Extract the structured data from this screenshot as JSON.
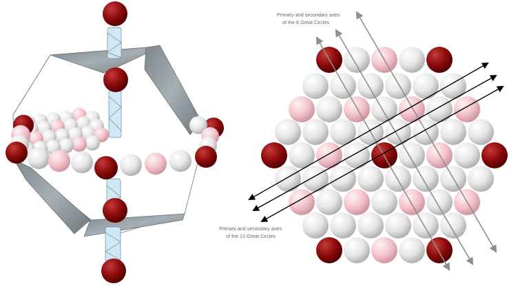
{
  "annotations": {
    "top_caption_line1": "Primary and secondary axes",
    "top_caption_line2": "of the 6 Great Circles",
    "bottom_caption_line1": "Primary and secondary axes",
    "bottom_caption_line2": "of the 12 Great Circles"
  },
  "colors": {
    "red_sphere": "#8b0a0a",
    "pink_sphere": "#f3c6cf",
    "white_sphere": "#e9e9e9",
    "panel_gray": "#8a949a",
    "axis_gray": "#8e8e8e",
    "axis_black": "#000000",
    "connector_blue": "#c7e6f2"
  }
}
